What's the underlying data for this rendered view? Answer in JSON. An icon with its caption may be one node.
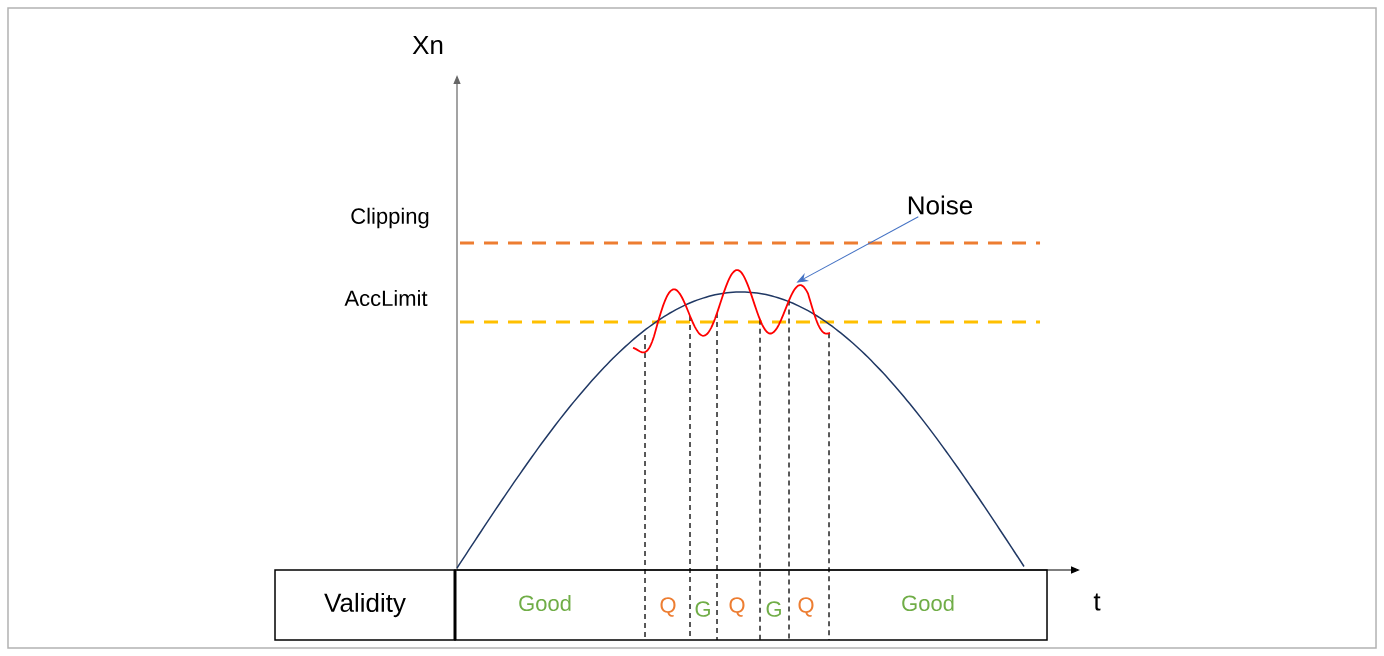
{
  "diagram": {
    "nodes": [
      {
        "text": [
          "Validity"
        ]
      },
      {
        "text": [
          "Noise"
        ]
      },
      {
        "text": [],
        "shape": "curve"
      }
    ],
    "edges": [
      {
        "from": 1,
        "to": 2,
        "arrow": "to",
        "color": "#4472c4"
      }
    ],
    "labels": [
      "Xn",
      "Clipping",
      "AccLimit",
      "Good",
      "Q",
      "G",
      "Q",
      "G",
      "Q",
      "Good",
      "t"
    ]
  }
}
